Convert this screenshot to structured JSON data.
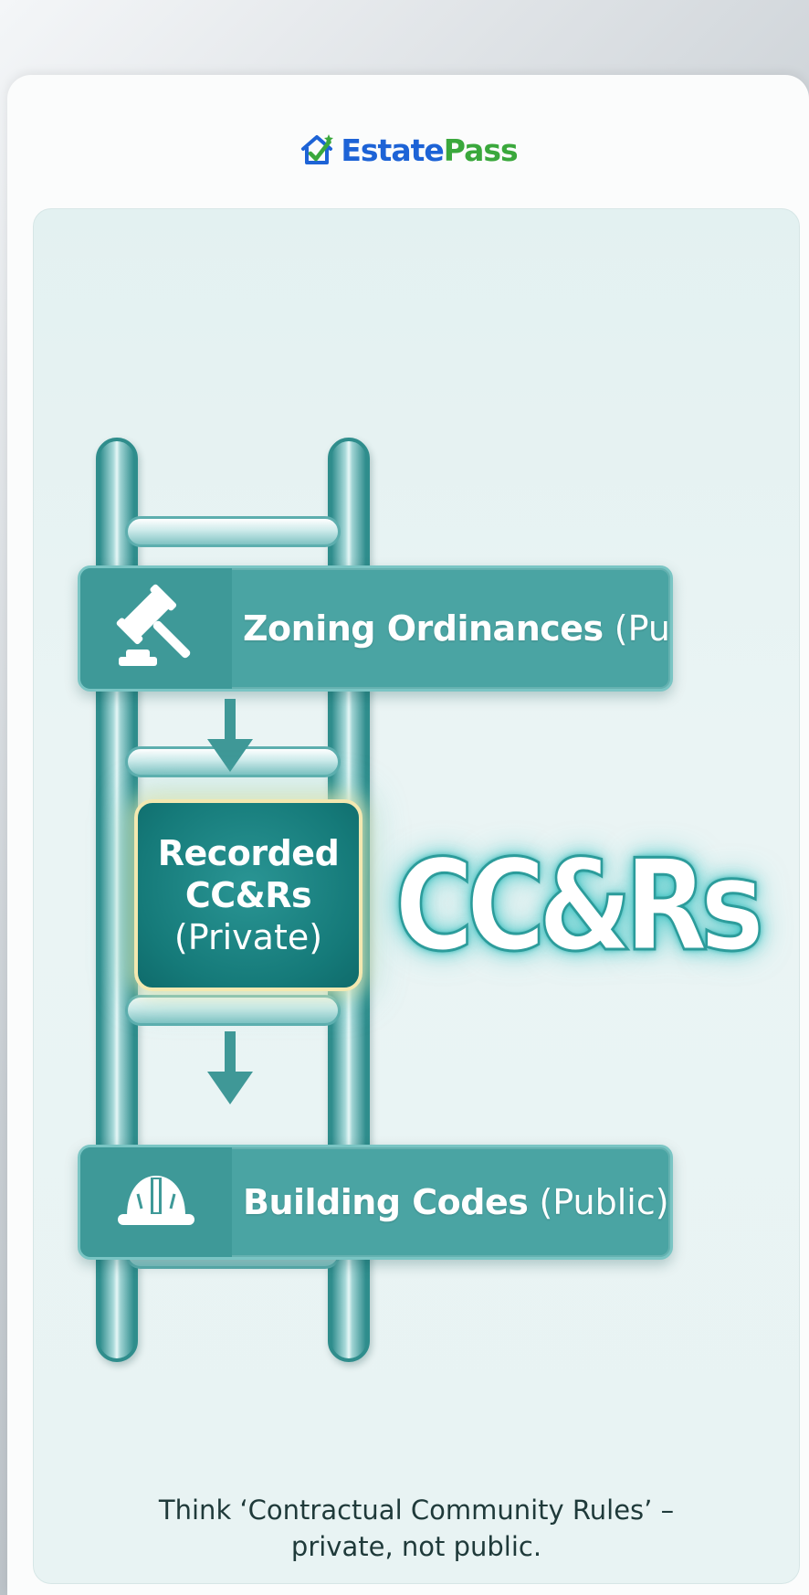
{
  "brand": {
    "name_part1": "Estate",
    "name_part2": "Pass",
    "icon": "house-checkmark-icon",
    "colors": {
      "estate": "#1d63d6",
      "pass": "#3aa83c"
    }
  },
  "diagram": {
    "top_band": {
      "title": "Zoning Ordinances",
      "qualifier": "(Public)",
      "icon": "gavel-icon"
    },
    "middle_box": {
      "line1": "Recorded",
      "line2": "CC&Rs",
      "line3": "(Private)"
    },
    "bottom_band": {
      "title": "Building Codes",
      "qualifier": "(Public)",
      "icon": "hard-hat-icon"
    },
    "highlight_text": "CC&Rs",
    "colors": {
      "teal": "#4aa4a3",
      "teal_dark": "#3e9998",
      "glow": "#f3e8b0"
    }
  },
  "caption": {
    "line1": "Think ‘Contractual Community Rules’ –",
    "line2": "private, not public."
  }
}
